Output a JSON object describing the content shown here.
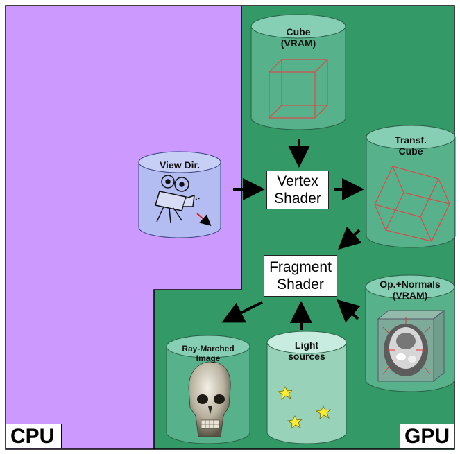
{
  "colors": {
    "cpu_region": "#cc99ff",
    "gpu_region": "#339966",
    "cylinder_teal": "#6fc3a5",
    "cylinder_blue": "#b3bdf2",
    "cube_edges": "#d94a4a",
    "arrow": "#000000"
  },
  "regions": {
    "cpu_label": "CPU",
    "gpu_label": "GPU"
  },
  "shaders": {
    "vertex": [
      "Vertex",
      "Shader"
    ],
    "fragment": [
      "Fragment",
      "Shader"
    ]
  },
  "cylinders": {
    "cube": [
      "Cube",
      "(VRAM)"
    ],
    "transf_cube": [
      "Transf.",
      "Cube"
    ],
    "view_dir": [
      "View Dir."
    ],
    "op_normals": [
      "Op.+Normals",
      "(VRAM)"
    ],
    "ray_marched": [
      "Ray-Marched",
      "Image"
    ],
    "light_sources": [
      "Light",
      "sources"
    ]
  },
  "icons": {
    "camera": "movie-camera-icon",
    "skull": "skull-image-icon",
    "mri": "mri-volume-slice-icon",
    "light": "light-bulb-icon"
  }
}
